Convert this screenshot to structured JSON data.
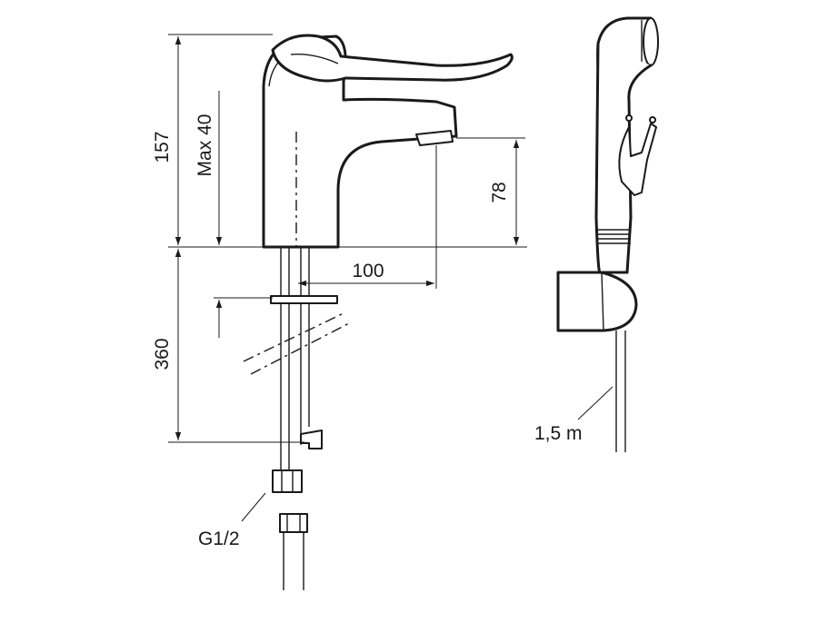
{
  "dimensions": {
    "total_height": "157",
    "max_deck": "Max 40",
    "spout_height": "78",
    "reach": "100",
    "hose_length": "360",
    "thread": "G1/2",
    "shower_hose": "1,5 m"
  },
  "colors": {
    "line": "#1a1a1a",
    "background": "#ffffff"
  }
}
